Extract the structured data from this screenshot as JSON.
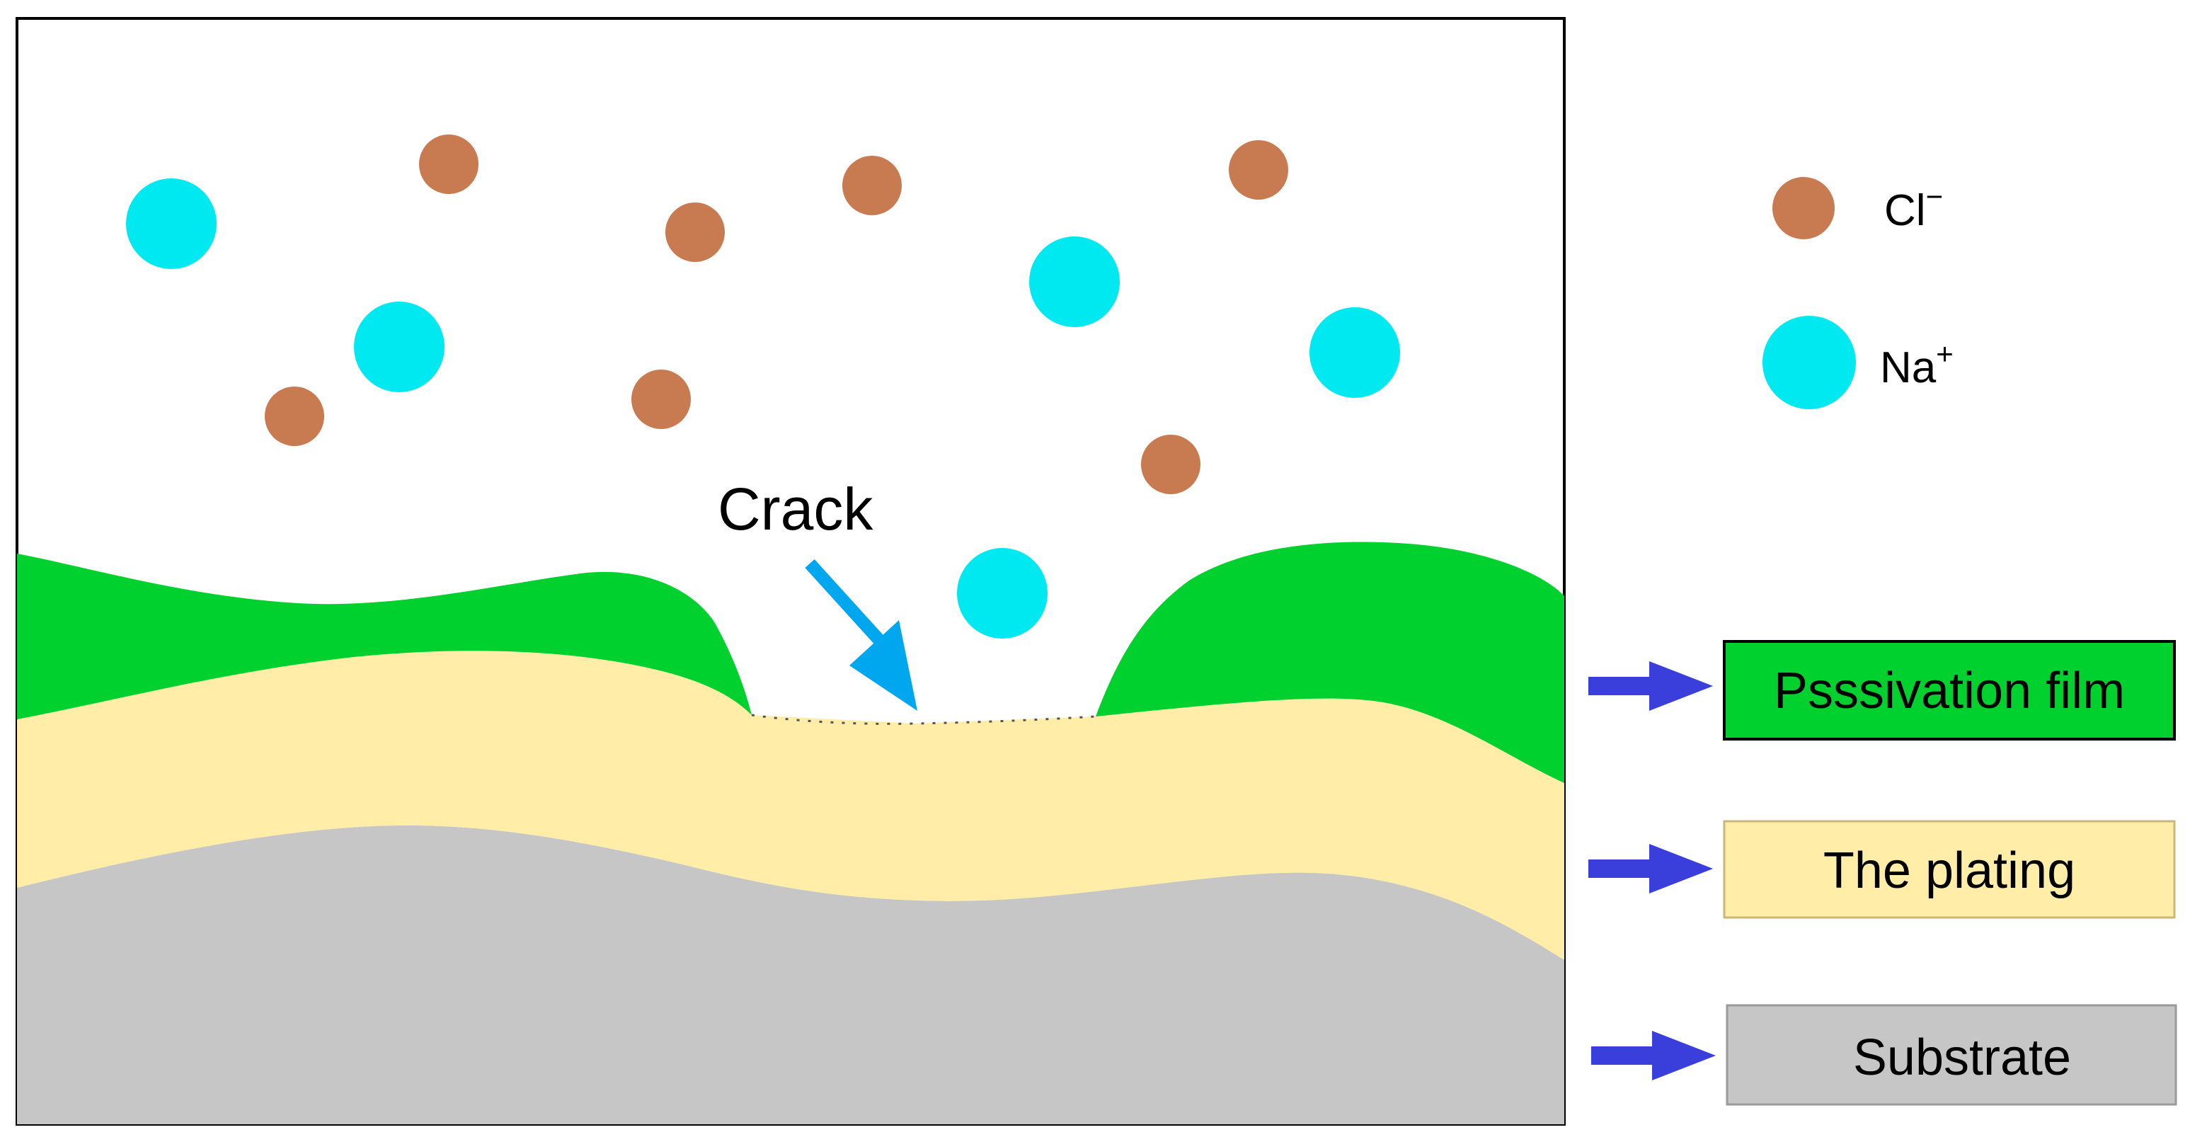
{
  "labels": {
    "crack": "Crack",
    "legend_cl_base": "Cl",
    "legend_cl_sup": "−",
    "legend_na_base": "Na",
    "legend_na_sup": "+",
    "passivation_film": "Psssivation film",
    "plating": "The plating",
    "substrate": "Substrate"
  },
  "colors": {
    "chloride": "#c87a50",
    "sodium": "#00e8f0",
    "passivation_film": "#00d12e",
    "plating": "#ffeda8",
    "substrate": "#c6c6c6",
    "crack_arrow": "#00a6ee",
    "legend_arrow": "#3a3fdc"
  }
}
